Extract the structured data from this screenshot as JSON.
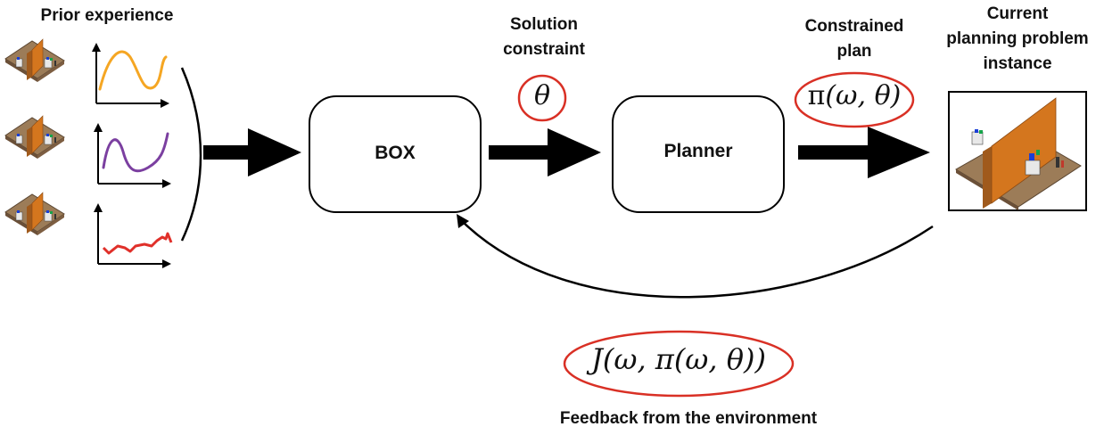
{
  "labels": {
    "prior_experience": "Prior experience",
    "solution_constraint_line1": "Solution",
    "solution_constraint_line2": "constraint",
    "constrained_plan_line1": "Constrained",
    "constrained_plan_line2": "plan",
    "current_problem_line1": "Current",
    "current_problem_line2": "planning problem",
    "current_problem_line3": "instance",
    "feedback": "Feedback from the environment"
  },
  "boxes": {
    "box": "BOX",
    "planner": "Planner"
  },
  "math": {
    "theta": "θ",
    "constrained_plan_fn": "π",
    "constrained_plan_args": "(ω, θ)",
    "feedback_fn": "J",
    "feedback_args": "(ω, π(ω, θ))"
  },
  "colors": {
    "circle": "#d93025",
    "curve_orange": "#f5a623",
    "curve_purple": "#7b3fa0",
    "curve_red": "#e0302a",
    "floor": "#9c7c58",
    "wall": "#d4761e"
  },
  "icons": {
    "scene_thumbnail": "robot-scene-icon",
    "curve_plot": "experience-curve-icon"
  }
}
